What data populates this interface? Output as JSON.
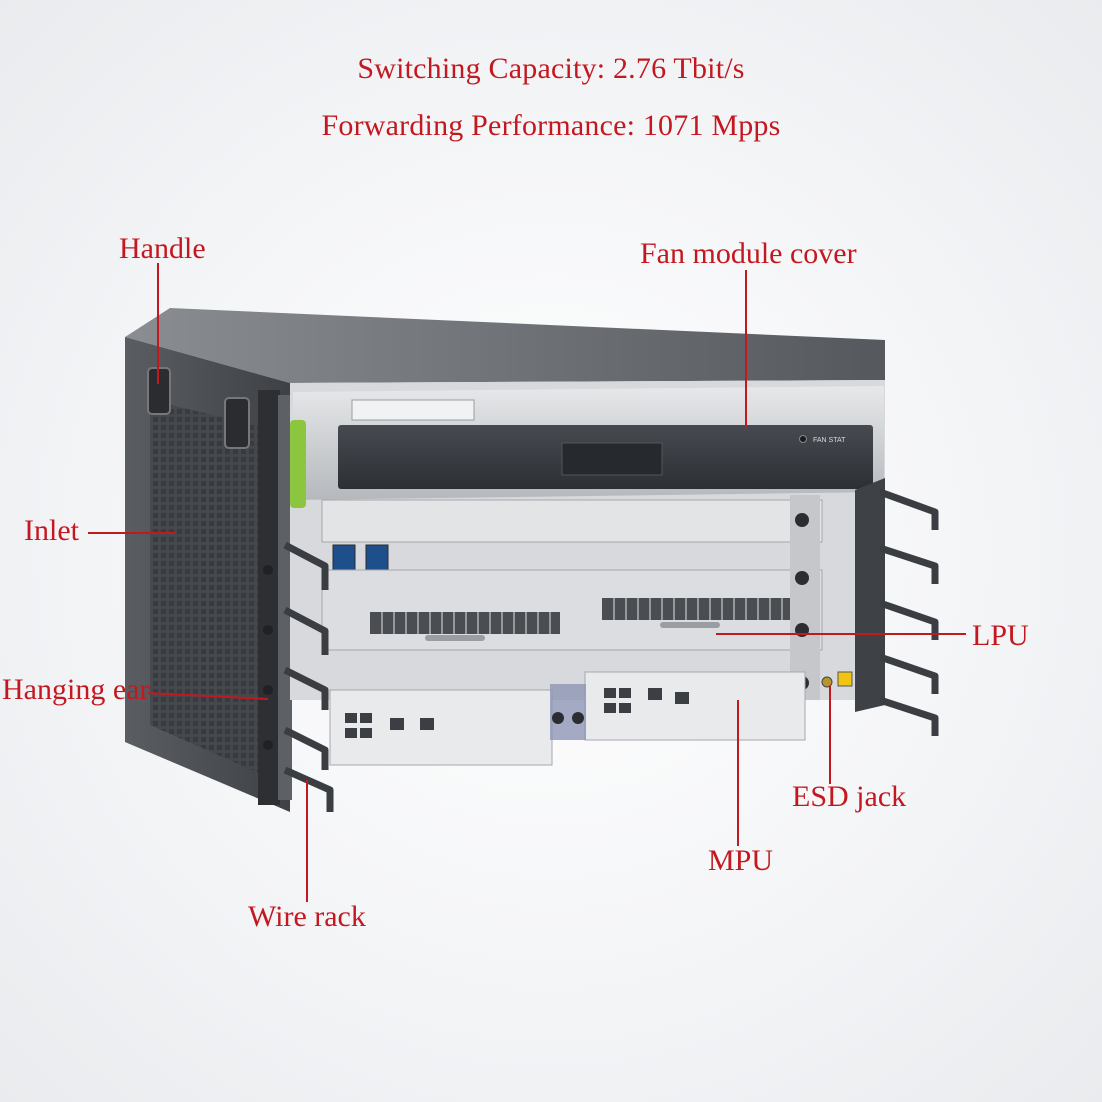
{
  "header": {
    "capacity": "Switching Capacity: 2.76 Tbit/s",
    "performance": "Forwarding Performance: 1071 Mpps"
  },
  "labels": {
    "handle": "Handle",
    "fan_cover": "Fan module cover",
    "inlet": "Inlet",
    "lpu": "LPU",
    "hanging_ear": "Hanging ear",
    "esd_jack": "ESD jack",
    "mpu": "MPU",
    "wire_rack": "Wire rack"
  },
  "device_text": {
    "fan_stat": "FAN STAT"
  },
  "colors": {
    "label_red": "#c41820",
    "leader_line": "#c41820",
    "chassis_dark": "#3a3d42",
    "chassis_side": "#4a4d52",
    "panel_silver": "#c9ccd0",
    "fan_cover_dark": "#2f3338",
    "board_grey": "#e2e3e5",
    "accent_green": "#8cc63f"
  }
}
